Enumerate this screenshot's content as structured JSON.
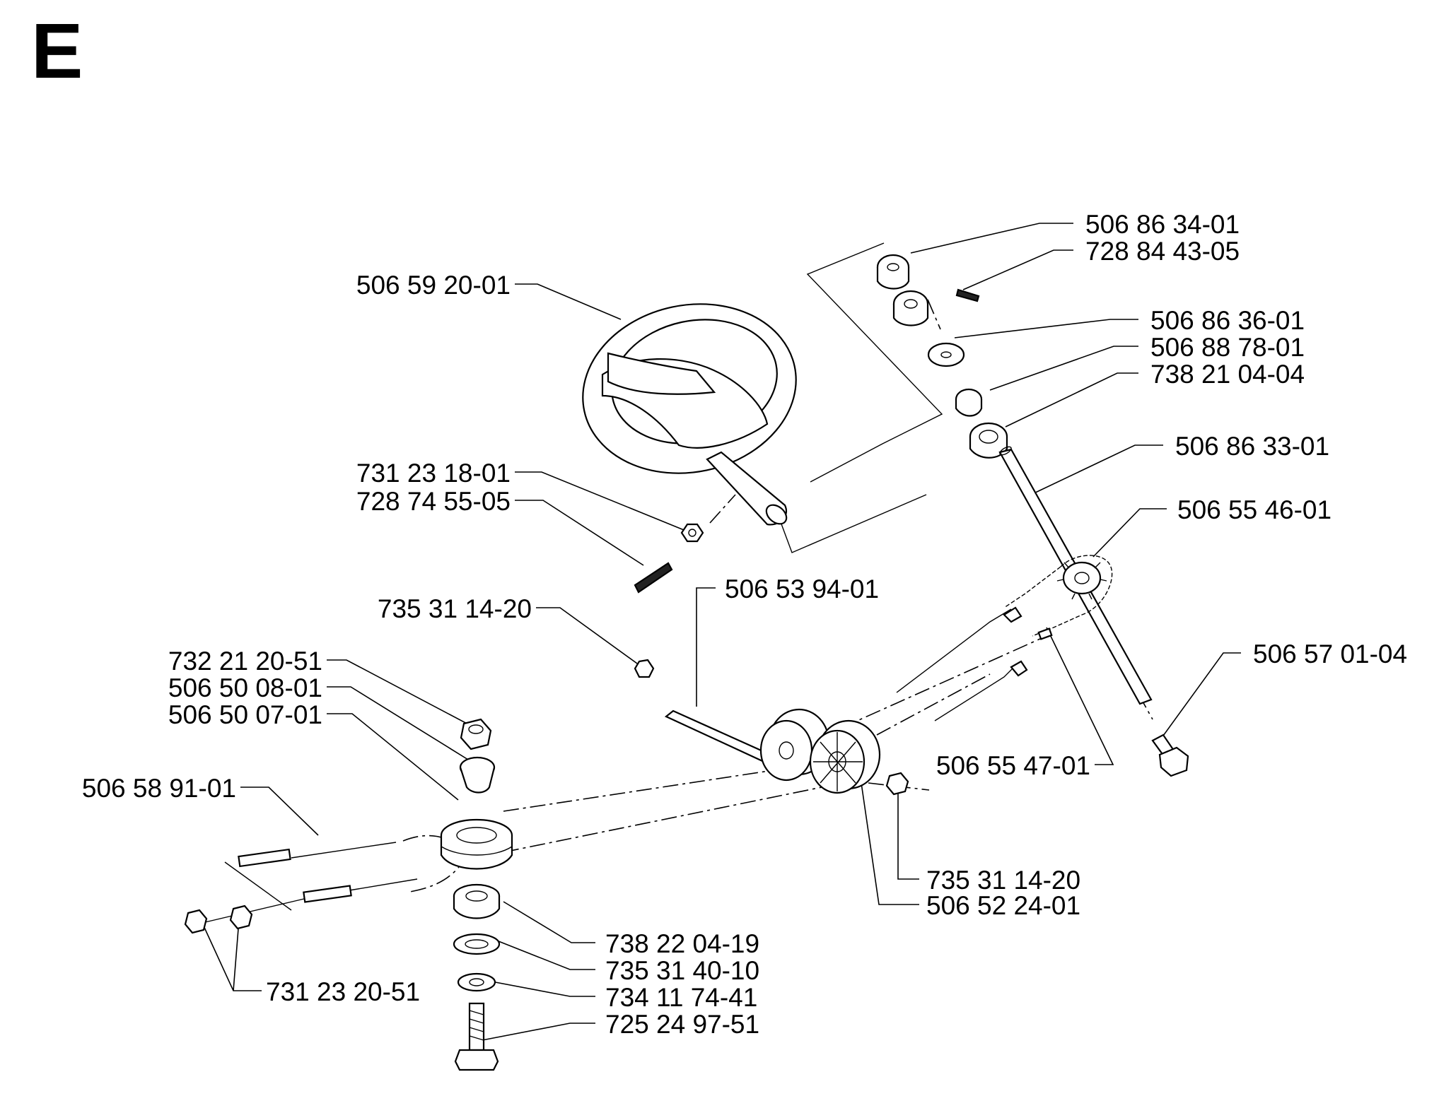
{
  "section": "E",
  "parts": [
    "506 86 34-01",
    "728 84 43-05",
    "506 59 20-01",
    "506 86 36-01",
    "506 88 78-01",
    "738 21 04-04",
    "506 86 33-01",
    "731 23 18-01",
    "728 74 55-05",
    "506 55 46-01",
    "506 53 94-01",
    "735 31 14-20",
    "506 57 01-04",
    "732 21 20-51",
    "506 50 08-01",
    "506 50 07-01",
    "506 55 47-01",
    "506 58 91-01",
    "735 31 14-20",
    "506 52 24-01",
    "738 22 04-19",
    "735 31 40-10",
    "734 11 74-41",
    "731 23 20-51",
    "725 24 97-51"
  ]
}
